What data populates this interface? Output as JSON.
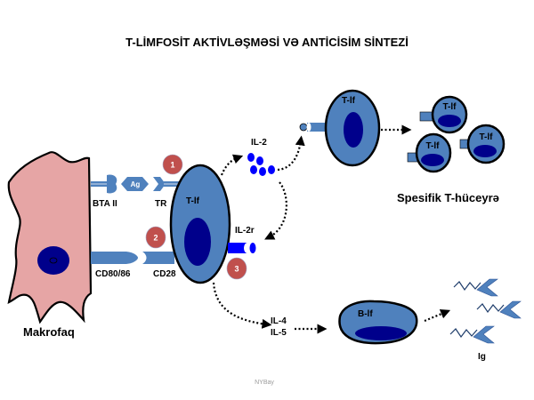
{
  "title": "T-LİMFOSİT AKTİVLƏŞMƏSİ  VƏ ANTİCİSİM SİNTEZİ",
  "colors": {
    "cell_blue": "#4f81bd",
    "nucleus": "#00008b",
    "macrophage": "#e6a5a5",
    "step_badge": "#c0504d",
    "il2_blue": "#0000ff",
    "ig_blue": "#4f81bd"
  },
  "cells": {
    "macrophage": {
      "label": "Makrofaq"
    },
    "t_cell_main": {
      "label": "T-lf"
    },
    "t_cell_activated": {
      "label": "T-lf"
    },
    "t_cell_clones": [
      {
        "label": "T-lf"
      },
      {
        "label": "T-lf"
      },
      {
        "label": "T-lf"
      }
    ],
    "b_cell": {
      "label": "B-lf"
    }
  },
  "molecules": {
    "mhc": "BTA II",
    "antigen": "Ag",
    "tcr": "TR",
    "costim_ligand": "CD80/86",
    "costim_receptor": "CD28",
    "il2": "IL-2",
    "il2_receptor": "IL-2r",
    "il4": "IL-4",
    "il5": "IL-5",
    "antibody": "Ig"
  },
  "steps": [
    "1",
    "2",
    "3"
  ],
  "group_label": "Spesifik T-hüceyrə",
  "watermark": "NYBay"
}
